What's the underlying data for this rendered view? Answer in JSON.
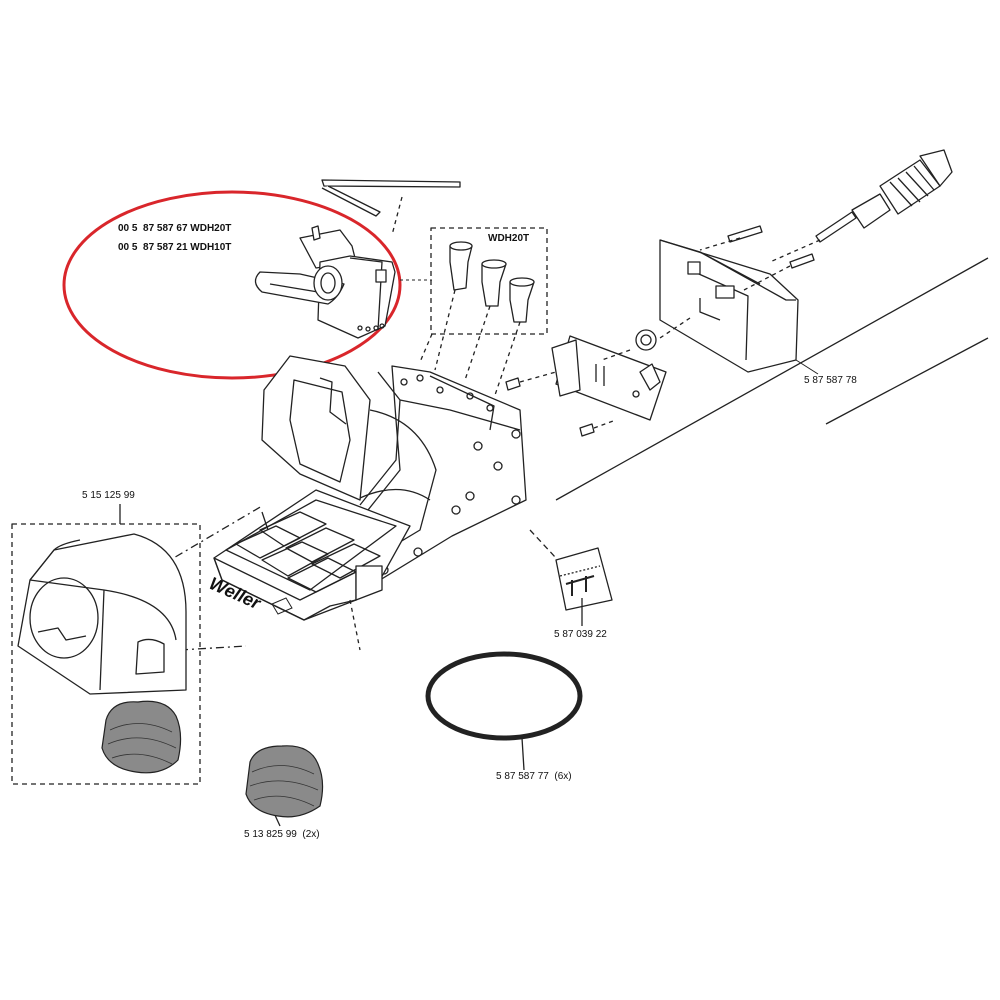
{
  "labels": {
    "part_wdh20t": "00 5  87 587 67 WDH20T",
    "part_wdh10t": "00 5  87 587 21 WDH10T",
    "box_wdh20t": "WDH20T",
    "part_housing_cover": "5 87 587 78",
    "part_front_cover": "5 15 125 99",
    "part_bolts": "5 87 039 22",
    "part_oring": "5 87 587 77  (6x)",
    "part_wool": "5 13 825 99  (2x)",
    "brand": "Weller"
  },
  "colors": {
    "line": "#222222",
    "highlight": "#d9262b",
    "sponge": "#555555"
  }
}
